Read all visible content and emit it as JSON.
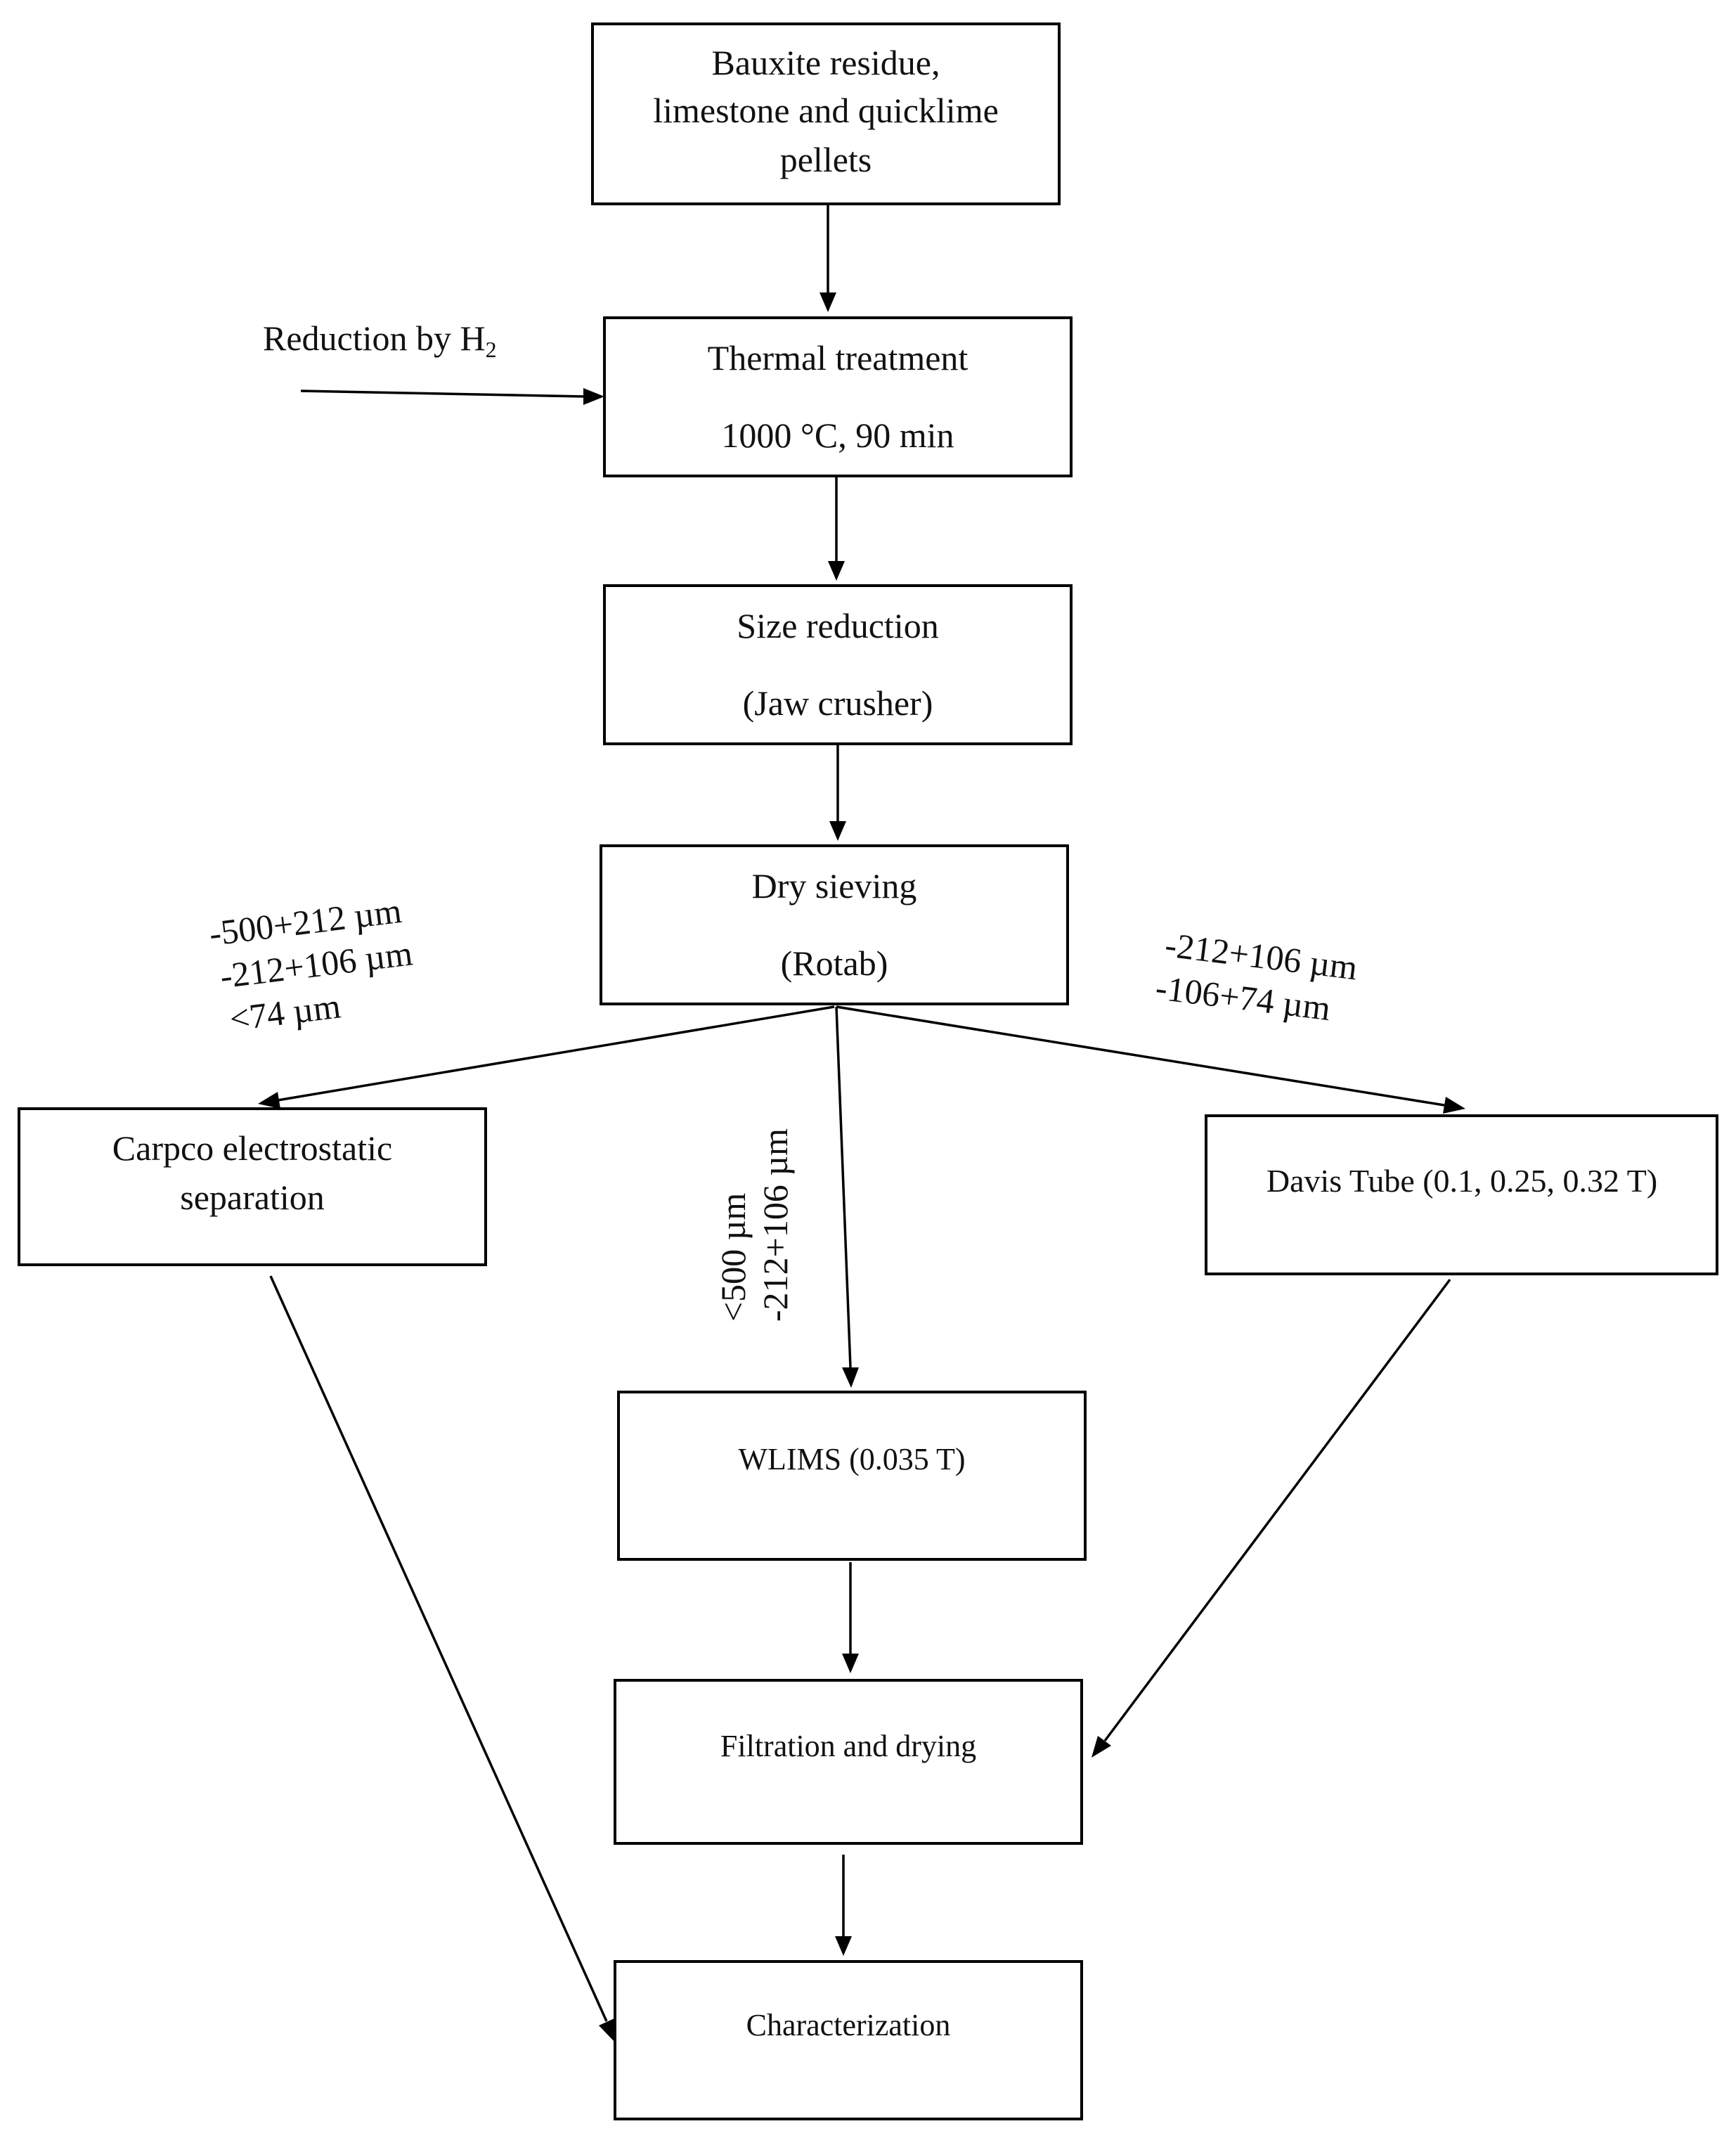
{
  "boxes": {
    "input": {
      "line1": "Bauxite residue,",
      "line2": "limestone and quicklime",
      "line3": "pellets"
    },
    "thermal": {
      "line1": "Thermal treatment",
      "line2": "1000 °C, 90 min"
    },
    "size": {
      "line1": "Size reduction",
      "line2": "(Jaw crusher)"
    },
    "sieving": {
      "line1": "Dry sieving",
      "line2": "(Rotab)"
    },
    "carpco": {
      "line1": "Carpco electrostatic",
      "line2": "separation"
    },
    "davis": {
      "line1": "Davis Tube (0.1, 0.25, 0.32 T)"
    },
    "wlims": {
      "line1": "WLIMS (0.035 T)"
    },
    "filtration": {
      "line1": "Filtration and drying"
    },
    "characterization": {
      "line1": "Characterization"
    }
  },
  "labels": {
    "reduction": {
      "text": "Reduction by H",
      "subscript": "2"
    },
    "left_fractions": [
      "-500+212 µm",
      "-212+106 µm",
      "<74 µm"
    ],
    "right_fractions": [
      "-212+106 µm",
      "-106+74 µm"
    ],
    "center_fractions": [
      "<500 µm",
      "-212+106 µm"
    ]
  }
}
